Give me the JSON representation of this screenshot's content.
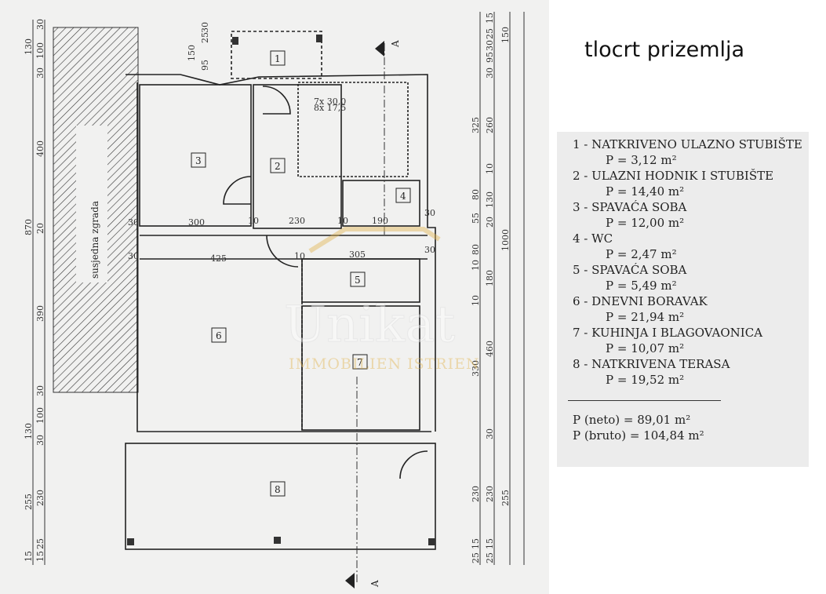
{
  "title": "tlocrt prizemlja",
  "neighbor_label": "susjedna zgrada",
  "section_marker": "A",
  "watermark": {
    "name": "Unikat",
    "subtitle": "IMMOBILIEN ISTRIEN"
  },
  "rooms": [
    {
      "no": "1",
      "name": "1 - NATKRIVENO ULAZNO STUBIŠTE",
      "area": "P = 3,12 m²"
    },
    {
      "no": "2",
      "name": "2 - ULAZNI HODNIK I STUBIŠTE",
      "area": "P = 14,40 m²"
    },
    {
      "no": "3",
      "name": "3 - SPAVAĆA SOBA",
      "area": "P = 12,00 m²"
    },
    {
      "no": "4",
      "name": "4 - WC",
      "area": "P = 2,47 m²"
    },
    {
      "no": "5",
      "name": "5 - SPAVAĆA SOBA",
      "area": "P = 5,49 m²"
    },
    {
      "no": "6",
      "name": "6 - DNEVNI BORAVAK",
      "area": "P = 21,94 m²"
    },
    {
      "no": "7",
      "name": "7 - KUHINJA I BLAGOVAONICA",
      "area": "P = 10,07 m²"
    },
    {
      "no": "8",
      "name": "8 - NATKRIVENA TERASA",
      "area": "P = 19,52 m²"
    }
  ],
  "totals": {
    "neto": "P (neto) = 89,01 m²",
    "bruto": "P (bruto) = 104,84 m²"
  },
  "stair_note": [
    "7x 30,0",
    "8x 17,5"
  ],
  "dims": {
    "left": [
      "130",
      "100",
      "30",
      "30",
      "400",
      "870",
      "20",
      "390",
      "30",
      "130",
      "100",
      "30",
      "255",
      "230",
      "15",
      "25",
      "15"
    ],
    "right": [
      "15",
      "25",
      "30",
      "95",
      "150",
      "30",
      "325",
      "260",
      "10",
      "130",
      "80",
      "55",
      "20",
      "1000",
      "80",
      "10",
      "180",
      "10",
      "460",
      "330",
      "30",
      "230",
      "230",
      "255",
      "15",
      "25",
      "15",
      "25"
    ],
    "inner": [
      "30",
      "300",
      "10",
      "230",
      "10",
      "190",
      "30",
      "30",
      "425",
      "10",
      "305",
      "30",
      "150",
      "95",
      "25",
      "30"
    ]
  }
}
